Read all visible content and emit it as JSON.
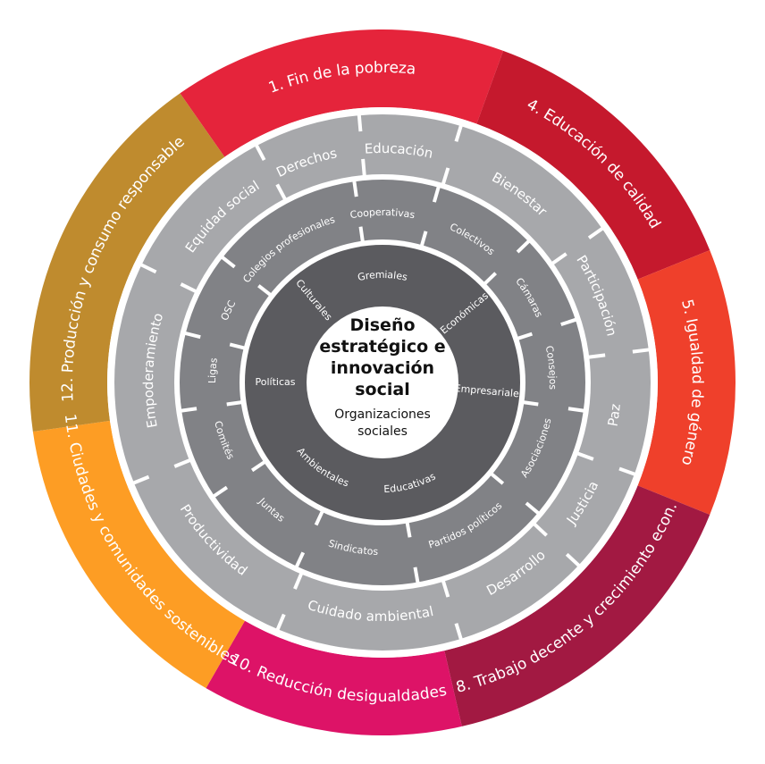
{
  "center": {
    "title_lines": [
      "Diseño",
      "estratégico e",
      "innovación",
      "social"
    ],
    "subtitle_lines": [
      "Organizaciones",
      "sociales"
    ]
  },
  "colors": {
    "ring3": "#a7a8ab",
    "ring2": "#818286",
    "ring1": "#5b5b5f",
    "center": "#ffffff",
    "separator": "#ffffff"
  },
  "sdg_segments": [
    {
      "label": "1. Fin de la pobreza",
      "color": "#e5243b",
      "start": -35,
      "end": 20
    },
    {
      "label": "4. Educación de calidad",
      "color": "#c5192d",
      "start": 20,
      "end": 68
    },
    {
      "label": "5. Igualdad de género",
      "color": "#ef402b",
      "start": 68,
      "end": 112
    },
    {
      "label": "8. Trabajo decente y crecimiento econ.",
      "color": "#a21942",
      "start": 112,
      "end": 167
    },
    {
      "label": "10. Reducción desigualdades",
      "color": "#dd1367",
      "start": 167,
      "end": 210
    },
    {
      "label": "11. Ciudades y comunidades  sostenibles",
      "color": "#fd9d24",
      "start": 210,
      "end": 262
    },
    {
      "label": "12. Producción y consumo responsable",
      "color": "#bf8b2e",
      "start": 262,
      "end": 325
    }
  ],
  "ring3_items": [
    {
      "label": "Educación",
      "angle": 4
    },
    {
      "label": "Bienestar",
      "angle": 36
    },
    {
      "label": "Participación",
      "angle": 68
    },
    {
      "label": "Paz",
      "angle": 98
    },
    {
      "label": "Justicia",
      "angle": 121
    },
    {
      "label": "Desarrollo",
      "angle": 145
    },
    {
      "label": "Cuidado ambiental",
      "angle": 183
    },
    {
      "label": "Productividad",
      "angle": 227
    },
    {
      "label": "Empoderamiento",
      "angle": 273
    },
    {
      "label": "Equidad social",
      "angle": 316
    },
    {
      "label": "Derechos",
      "angle": 341
    }
  ],
  "ring3_ticks": [
    355,
    17,
    55,
    83,
    110,
    133,
    163,
    203,
    248,
    296,
    332
  ],
  "ring2_items": [
    {
      "label": "Cooperativas",
      "angle": 0
    },
    {
      "label": "Colectivos",
      "angle": 32
    },
    {
      "label": "Cámaras",
      "angle": 60
    },
    {
      "label": "Consejos",
      "angle": 85
    },
    {
      "label": "Asociaciones",
      "angle": 113
    },
    {
      "label": "Partidos políticos",
      "angle": 150
    },
    {
      "label": "Sindicatos",
      "angle": 190
    },
    {
      "label": "Juntas",
      "angle": 221
    },
    {
      "label": "Comités",
      "angle": 250
    },
    {
      "label": "Ligas",
      "angle": 274
    },
    {
      "label": "OSC",
      "angle": 295
    },
    {
      "label": "Colegios profesionales",
      "angle": 325
    }
  ],
  "ring2_ticks": [
    16,
    46,
    72,
    98,
    130,
    170,
    205,
    236,
    262,
    284,
    308,
    352
  ],
  "ring1_items": [
    {
      "label": "Gremiales",
      "angle": 0
    },
    {
      "label": "Económicas",
      "angle": 50
    },
    {
      "label": "Empresariales",
      "angle": 95
    },
    {
      "label": "Educativas",
      "angle": 165
    },
    {
      "label": "Ambientales",
      "angle": 215
    },
    {
      "label": "Políticas",
      "angle": 270
    },
    {
      "label": "Culturales",
      "angle": 320
    }
  ]
}
